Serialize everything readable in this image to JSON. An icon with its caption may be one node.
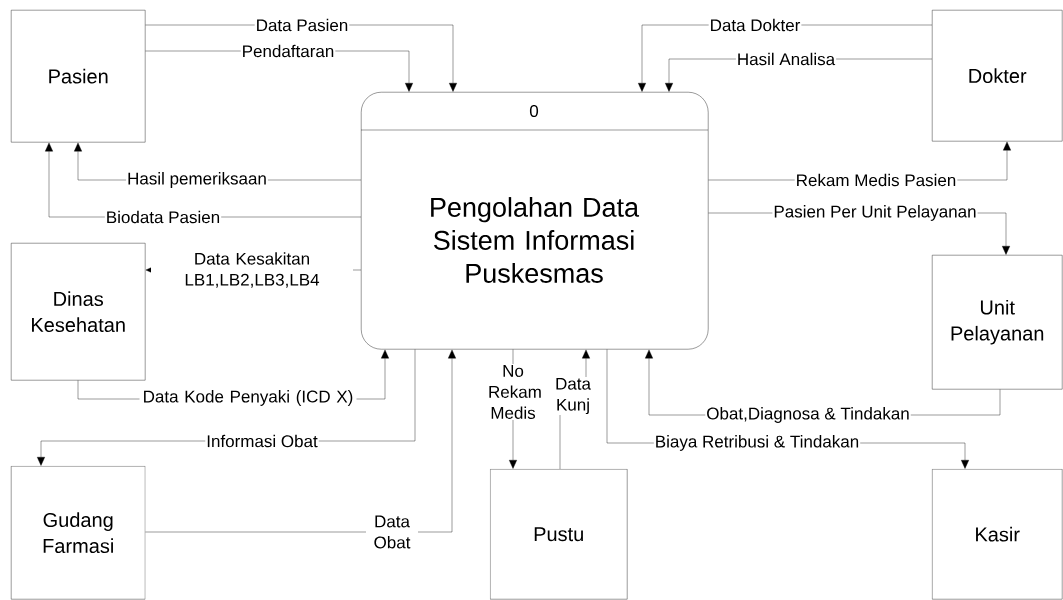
{
  "diagram": {
    "nodes": [
      {
        "text": [
          "Pasien"
        ]
      },
      {
        "text": [
          "0",
          "Pengolahan Data Sistem Informasi Puskesmas"
        ]
      },
      {
        "text": [
          "Dokter"
        ]
      },
      {
        "text": [
          "Dinas Kesehatan"
        ]
      },
      {
        "text": [
          "Unit Pelayanan"
        ]
      },
      {
        "text": [
          "Gudang Farmasi"
        ]
      },
      {
        "text": [
          "Pustu"
        ]
      },
      {
        "text": [
          "Kasir"
        ]
      }
    ],
    "edges": [
      {
        "from": 0,
        "to": 1,
        "arrow": "to",
        "label": "Data Pasien"
      },
      {
        "from": 0,
        "to": 1,
        "arrow": "to",
        "label": "Pendaftaran"
      },
      {
        "from": 2,
        "to": 1,
        "arrow": "to",
        "label": "Data Dokter"
      },
      {
        "from": 2,
        "to": 1,
        "arrow": "to",
        "label": "Hasil Analisa"
      },
      {
        "from": 1,
        "to": 0,
        "arrow": "to",
        "label": "Hasil pemeriksaan"
      },
      {
        "from": 1,
        "to": 2,
        "arrow": "to",
        "label": "Rekam Medis Pasien"
      },
      {
        "from": 1,
        "to": 0,
        "arrow": "to",
        "label": "Biodata Pasien"
      },
      {
        "from": 1,
        "to": 4,
        "arrow": "to",
        "label": "Pasien Per Unit Pelayanan"
      },
      {
        "from": 1,
        "to": 3,
        "arrow": "to",
        "label": "Data Kesakitan LB1,LB2,LB3,LB4"
      },
      {
        "from": 3,
        "to": 1,
        "arrow": "to",
        "label": "Data Kode Penyaki (ICD X)"
      },
      {
        "from": 1,
        "to": 5,
        "arrow": "to",
        "label": "Informasi Obat"
      },
      {
        "from": 1,
        "to": 6,
        "arrow": "to",
        "label": "No Rekam Medis"
      },
      {
        "from": 6,
        "to": 1,
        "arrow": "to",
        "label": "Data Kunj"
      },
      {
        "from": 1,
        "to": 7,
        "arrow": "to",
        "label": "Biaya Retribusi & Tindakan"
      },
      {
        "from": 4,
        "to": 1,
        "arrow": "to",
        "label": "Obat,Diagnosa & Tindakan"
      },
      {
        "from": 5,
        "to": 1,
        "arrow": "to",
        "label": "Data Obat"
      }
    ]
  }
}
